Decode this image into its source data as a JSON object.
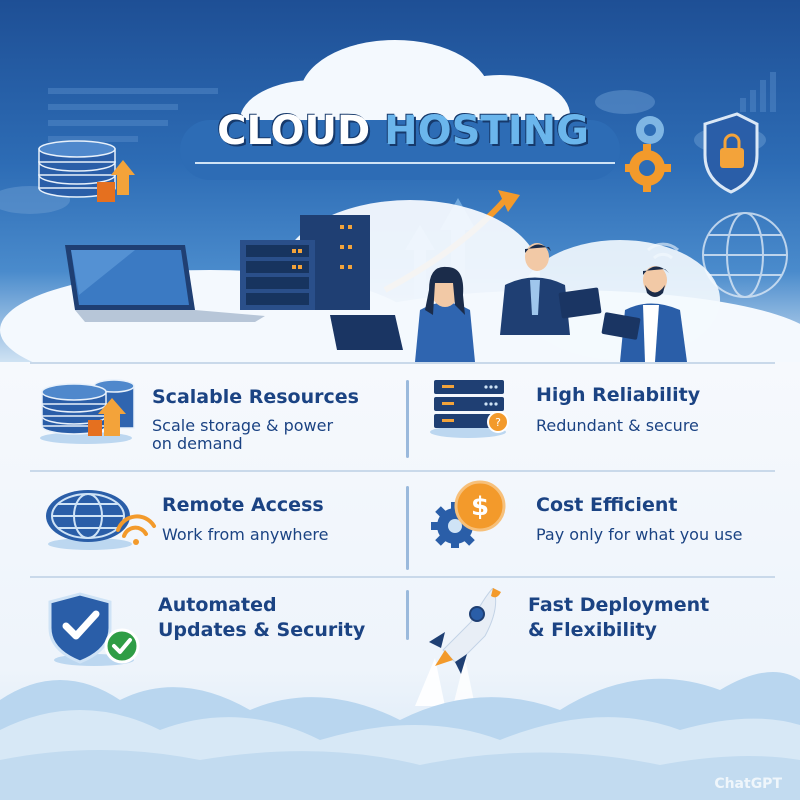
{
  "header": {
    "title_part1": "CLOUD",
    "title_part2": "HOSTING"
  },
  "features": [
    {
      "title": "Scalable Resources",
      "subtitle_line1": "Scale storage & power",
      "subtitle_line2": "on demand",
      "icon": "database-growth-icon"
    },
    {
      "title": "High Reliability",
      "subtitle_line1": "Redundant & secure",
      "icon": "server-rack-icon"
    },
    {
      "title": "Remote Access",
      "subtitle_line1": "Work from anywhere",
      "icon": "globe-wifi-icon"
    },
    {
      "title": "Cost Efficient",
      "subtitle_line1": "Pay only for what you use",
      "icon": "dollar-gear-icon"
    },
    {
      "title_line1": "Automated",
      "title_line2": "Updates & Security",
      "icon": "shield-check-icon"
    },
    {
      "title_line1": "Fast Deployment",
      "title_line2": "& Flexibility",
      "icon": "rocket-icon"
    }
  ],
  "colors": {
    "primary": "#1b4383",
    "accent": "#f39a2b",
    "hero_bg": "#2d6cb5",
    "title_highlight": "#6bb6ec"
  },
  "watermark": "ChatGPT"
}
